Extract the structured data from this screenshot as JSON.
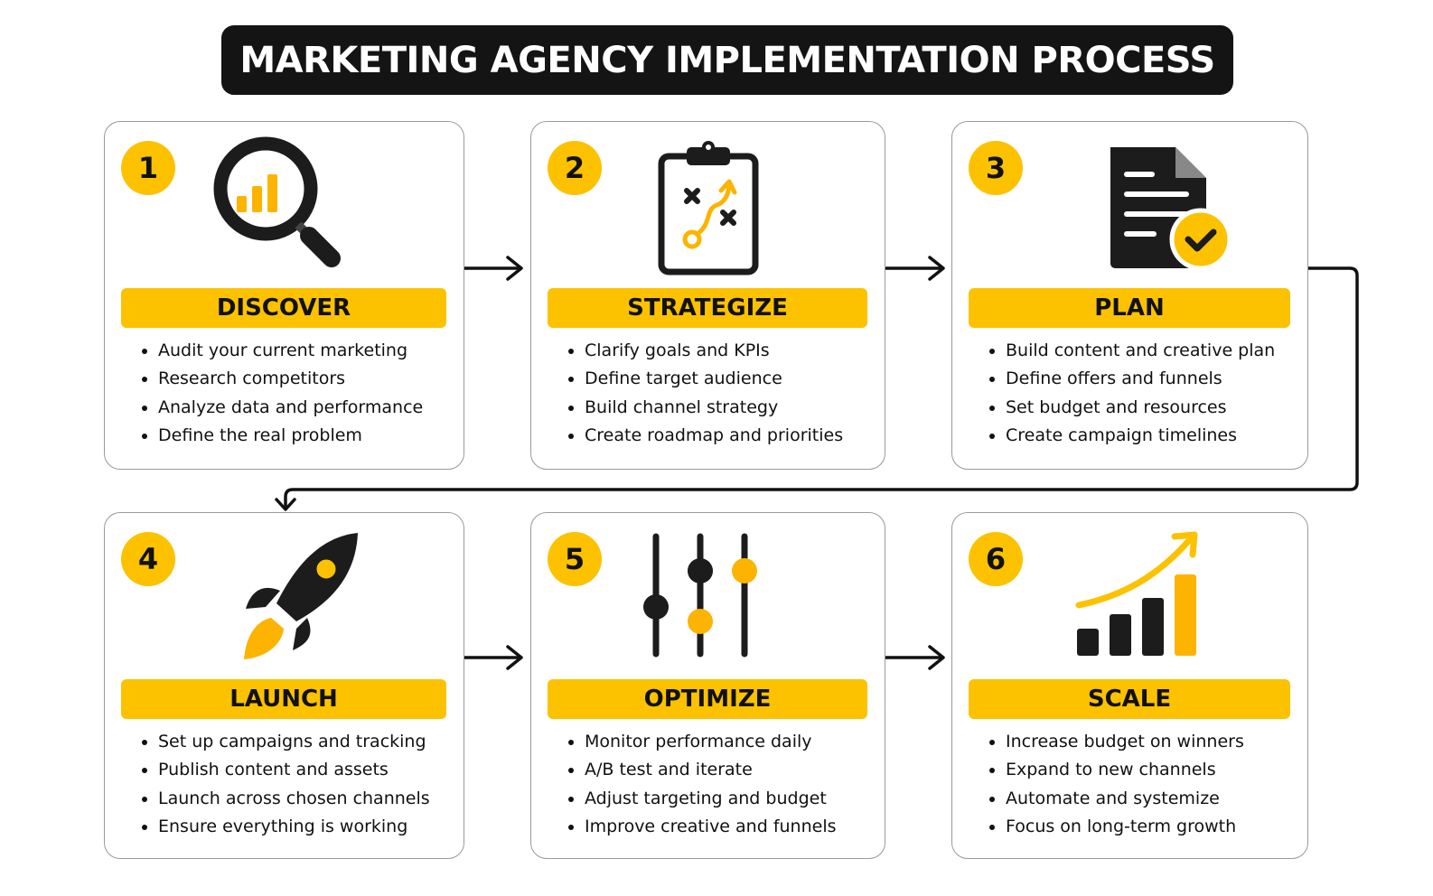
{
  "title": "MARKETING AGENCY IMPLEMENTATION PROCESS",
  "accent": "#fcc200",
  "steps": [
    {
      "number": "1",
      "label": "DISCOVER",
      "icon": "magnifier-chart-icon",
      "bullets": [
        "Audit your current marketing",
        "Research competitors",
        "Analyze data and performance",
        "Define the real problem"
      ]
    },
    {
      "number": "2",
      "label": "STRATEGIZE",
      "icon": "clipboard-strategy-icon",
      "bullets": [
        "Clarify goals and KPIs",
        "Define target audience",
        "Build channel strategy",
        "Create roadmap and priorities"
      ]
    },
    {
      "number": "3",
      "label": "PLAN",
      "icon": "document-check-icon",
      "bullets": [
        "Build content and creative plan",
        "Define offers and funnels",
        "Set budget and resources",
        "Create campaign timelines"
      ]
    },
    {
      "number": "4",
      "label": "LAUNCH",
      "icon": "rocket-icon",
      "bullets": [
        "Set up campaigns and tracking",
        "Publish content and assets",
        "Launch across chosen channels",
        "Ensure everything is working"
      ]
    },
    {
      "number": "5",
      "label": "OPTIMIZE",
      "icon": "sliders-icon",
      "bullets": [
        "Monitor performance daily",
        "A/B test and iterate",
        "Adjust targeting and budget",
        "Improve creative and funnels"
      ]
    },
    {
      "number": "6",
      "label": "SCALE",
      "icon": "growth-chart-icon",
      "bullets": [
        "Increase budget on winners",
        "Expand to new channels",
        "Automate and systemize",
        "Focus on long-term growth"
      ]
    }
  ]
}
